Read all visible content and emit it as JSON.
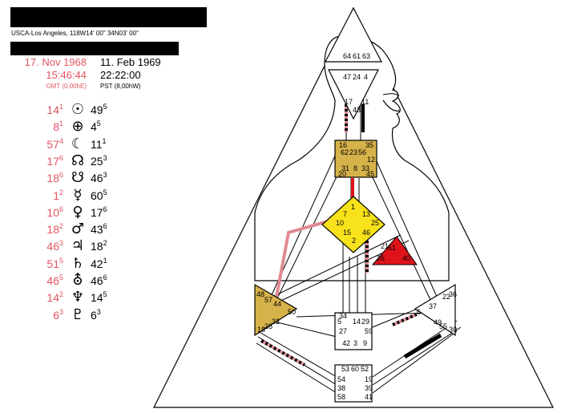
{
  "header": {
    "location": "USCA-Los Angeles, 118W14' 00\"  34N03' 00\""
  },
  "design": {
    "date": "17. Nov 1968",
    "time": "15:46:44",
    "tz": "GMT (0,00hE)"
  },
  "personality": {
    "date": "11. Feb 1969",
    "time": "22:22:00",
    "tz": "PST (8,00hW)"
  },
  "planets": [
    {
      "name": "sun-icon",
      "symbol": "☉",
      "design_gate": "14",
      "design_line": "1",
      "personality_gate": "49",
      "personality_line": "5"
    },
    {
      "name": "earth-icon",
      "symbol": "⊕",
      "design_gate": "8",
      "design_line": "1",
      "personality_gate": "4",
      "personality_line": "5"
    },
    {
      "name": "moon-icon",
      "symbol": "☾",
      "design_gate": "57",
      "design_line": "4",
      "personality_gate": "11",
      "personality_line": "1"
    },
    {
      "name": "north-node-icon",
      "symbol": "☊",
      "design_gate": "17",
      "design_line": "6",
      "personality_gate": "25",
      "personality_line": "3"
    },
    {
      "name": "south-node-icon",
      "symbol": "☋",
      "design_gate": "18",
      "design_line": "6",
      "personality_gate": "46",
      "personality_line": "3"
    },
    {
      "name": "mercury-icon",
      "symbol": "☿",
      "design_gate": "1",
      "design_line": "2",
      "personality_gate": "60",
      "personality_line": "5"
    },
    {
      "name": "venus-icon",
      "symbol": "♀",
      "design_gate": "10",
      "design_line": "6",
      "personality_gate": "17",
      "personality_line": "6"
    },
    {
      "name": "mars-icon",
      "symbol": "♂",
      "design_gate": "18",
      "design_line": "2",
      "personality_gate": "43",
      "personality_line": "6"
    },
    {
      "name": "jupiter-icon",
      "symbol": "♃",
      "design_gate": "46",
      "design_line": "3",
      "personality_gate": "18",
      "personality_line": "2"
    },
    {
      "name": "saturn-icon",
      "symbol": "♄",
      "design_gate": "51",
      "design_line": "5",
      "personality_gate": "42",
      "personality_line": "1"
    },
    {
      "name": "uranus-icon",
      "symbol": "⛢",
      "design_gate": "46",
      "design_line": "5",
      "personality_gate": "46",
      "personality_line": "6"
    },
    {
      "name": "neptune-icon",
      "symbol": "♆",
      "design_gate": "14",
      "design_line": "2",
      "personality_gate": "14",
      "personality_line": "5"
    },
    {
      "name": "pluto-icon",
      "symbol": "♇",
      "design_gate": "6",
      "design_line": "3",
      "personality_gate": "6",
      "personality_line": "3"
    }
  ],
  "colors": {
    "design_red": "#e05560",
    "gold": "#d6b24a",
    "yellow": "#f7e21b",
    "red_center": "#e0131b",
    "pink_channel": "#e08a93"
  },
  "gates": {
    "head": [
      "64",
      "61",
      "63"
    ],
    "ajna": [
      "47",
      "24",
      "4"
    ],
    "ajna_low": [
      "17",
      "11",
      "43"
    ],
    "throat": [
      "16",
      "62",
      "23",
      "56",
      "35",
      "12",
      "31",
      "8",
      "33",
      "20",
      "45"
    ],
    "g": [
      "1",
      "7",
      "13",
      "10",
      "25",
      "15",
      "2",
      "46"
    ],
    "ego": [
      "21",
      "51",
      "26",
      "40"
    ],
    "spleen": [
      "48",
      "57",
      "44",
      "50",
      "32",
      "28",
      "18"
    ],
    "sacral": [
      "34",
      "5",
      "14",
      "29",
      "27",
      "59",
      "42",
      "3",
      "9"
    ],
    "solar": [
      "6",
      "37",
      "22",
      "36",
      "49",
      "55",
      "30"
    ],
    "root": [
      "53",
      "60",
      "52",
      "54",
      "19",
      "38",
      "39",
      "58",
      "41"
    ]
  }
}
